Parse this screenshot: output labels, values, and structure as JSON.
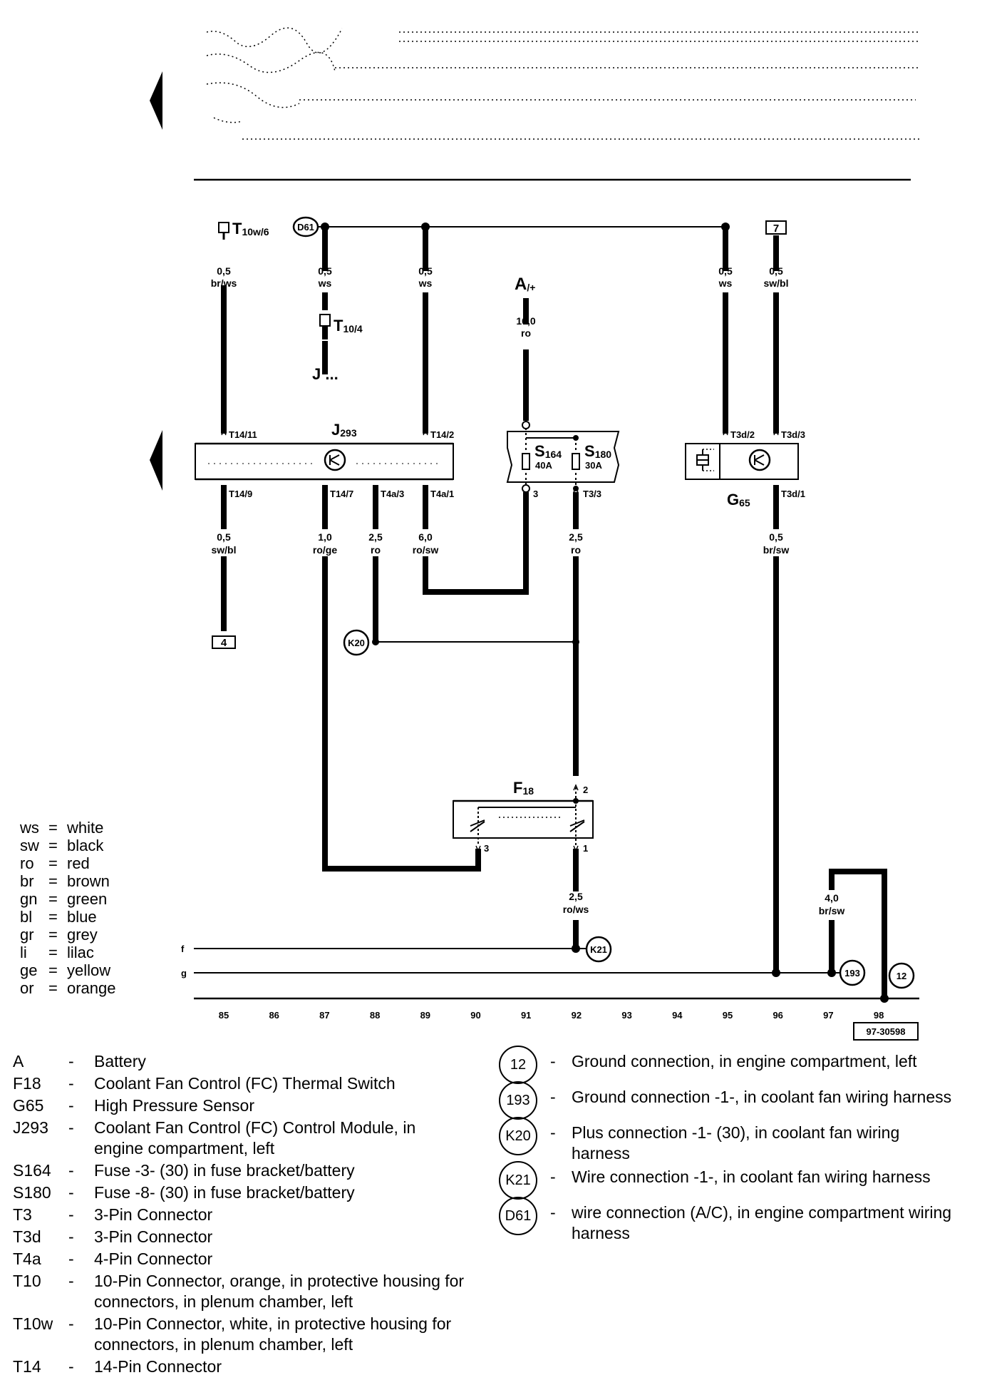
{
  "diagram": {
    "ref_code": "97-30598",
    "components": {
      "J293": {
        "main": "J",
        "sub": "293"
      },
      "S164": {
        "main": "S",
        "sub": "164",
        "rating": "40A"
      },
      "S180": {
        "main": "S",
        "sub": "180",
        "rating": "30A"
      },
      "G65": {
        "main": "G",
        "sub": "65"
      },
      "F18": {
        "main": "F",
        "sub": "18"
      },
      "battery": {
        "main": "A",
        "sub": "/+"
      },
      "T10w6": {
        "main": "T",
        "sub": "10w/6"
      },
      "T10_4": {
        "main": "T",
        "sub": "10/4"
      },
      "J_cont": "J ..."
    },
    "wire_labels": {
      "w1_top": [
        "0,5",
        "br/ws"
      ],
      "w2_top": [
        "0,5",
        "ws"
      ],
      "w3_top": [
        "0,5",
        "ws"
      ],
      "battery": [
        "16,0",
        "ro"
      ],
      "w5_top": [
        "0,5",
        "ws"
      ],
      "w6_top": [
        "0,5",
        "sw/bl"
      ],
      "w1_bot": [
        "0,5",
        "sw/bl"
      ],
      "w2_bot": [
        "1,0",
        "ro/ge"
      ],
      "w3_bot": [
        "2,5",
        "ro"
      ],
      "w4_bot": [
        "6,0",
        "ro/sw"
      ],
      "w5_bot": [
        "2,5",
        "ro"
      ],
      "w6_bot": [
        "0,5",
        "br/sw"
      ],
      "f18_out": [
        "2,5",
        "ro/ws"
      ],
      "ground": [
        "4,0",
        "br/sw"
      ]
    },
    "pins": {
      "t14_11": "T14/11",
      "t14_2": "T14/2",
      "t3d_2": "T3d/2",
      "t3d_3": "T3d/3",
      "t14_9": "T14/9",
      "t14_7": "T14/7",
      "t4a_3": "T4a/3",
      "t4a_1": "T4a/1",
      "s_3": "3",
      "t3_3": "T3/3",
      "t3d_1": "T3d/1",
      "f18_2": "2",
      "f18_3": "3",
      "f18_1": "1"
    },
    "connectors": {
      "D61": "D61",
      "K20": "K20",
      "K21": "K21",
      "g193": "193",
      "g12": "12"
    },
    "refs": {
      "top_right": "7",
      "bottom_left": "4"
    },
    "bus_labels": {
      "f": "f",
      "g": "g"
    },
    "tracks": [
      "85",
      "86",
      "87",
      "88",
      "89",
      "90",
      "91",
      "92",
      "93",
      "94",
      "95",
      "96",
      "97",
      "98"
    ]
  },
  "color_key": [
    {
      "code": "ws",
      "name": "white"
    },
    {
      "code": "sw",
      "name": "black"
    },
    {
      "code": "ro",
      "name": "red"
    },
    {
      "code": "br",
      "name": "brown"
    },
    {
      "code": "gn",
      "name": "green"
    },
    {
      "code": "bl",
      "name": "blue"
    },
    {
      "code": "gr",
      "name": "grey"
    },
    {
      "code": "li",
      "name": "lilac"
    },
    {
      "code": "ge",
      "name": "yellow"
    },
    {
      "code": "or",
      "name": "orange"
    }
  ],
  "legend_left": [
    {
      "code": "A",
      "desc": "Battery"
    },
    {
      "code": "F18",
      "desc": "Coolant Fan Control (FC) Thermal Switch"
    },
    {
      "code": "G65",
      "desc": "High Pressure Sensor"
    },
    {
      "code": "J293",
      "desc": "Coolant Fan Control (FC) Control Module, in engine compartment, left"
    },
    {
      "code": "S164",
      "desc": "Fuse -3- (30) in fuse bracket/battery"
    },
    {
      "code": "S180",
      "desc": "Fuse -8- (30) in fuse bracket/battery"
    },
    {
      "code": "T3",
      "desc": "3-Pin Connector"
    },
    {
      "code": "T3d",
      "desc": "3-Pin Connector"
    },
    {
      "code": "T4a",
      "desc": "4-Pin Connector"
    },
    {
      "code": "T10",
      "desc": "10-Pin Connector, orange, in protective housing for connectors, in plenum chamber, left"
    },
    {
      "code": "T10w",
      "desc": "10-Pin Connector, white, in protective housing for connectors, in plenum chamber, left"
    },
    {
      "code": "T14",
      "desc": "14-Pin Connector"
    }
  ],
  "legend_right": [
    {
      "code": "12",
      "desc": "Ground connection, in engine compartment, left"
    },
    {
      "code": "193",
      "desc": "Ground connection -1-, in coolant fan wiring harness"
    },
    {
      "code": "K20",
      "desc": "Plus connection -1- (30), in coolant fan wiring harness"
    },
    {
      "code": "K21",
      "desc": "Wire connection -1-, in coolant fan wiring harness"
    },
    {
      "code": "D61",
      "desc": "wire connection (A/C), in engine compartment wiring harness"
    }
  ]
}
